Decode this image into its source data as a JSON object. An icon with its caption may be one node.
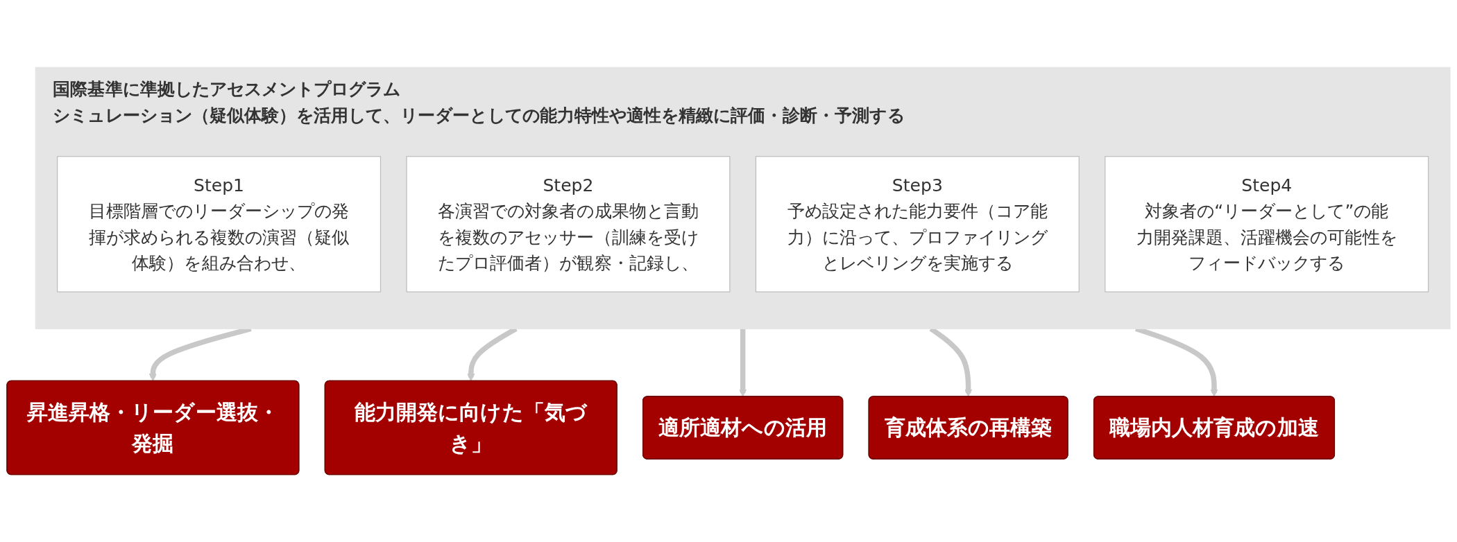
{
  "diagram": {
    "nodes": [
      {
        "text": [
          "国際基準に準拠したアセスメントプログラム",
          "シミュレーション（疑似体験）を活用して、リーダーとしての能力特性や適性を精緻に評価・診断・予測する"
        ]
      },
      {
        "text": [
          "Step1",
          "目標階層でのリーダーシップの発揮が求められる複数の演習（疑似体験）を組み合わせ、"
        ],
        "in": 0
      },
      {
        "text": [
          "Step2",
          "各演習での対象者の成果物と言動を複数のアセッサー（訓練を受けたプロ評価者）が観察・記録し、"
        ],
        "in": 0
      },
      {
        "text": [
          "Step3",
          "予め設定された能力要件（コア能力）に沿って、プロファイリングとレベリングを実施する"
        ],
        "in": 0
      },
      {
        "text": [
          "Step4",
          "対象者の“リーダーとして”の能力開発課題、活躍機会の可能性をフィードバックする"
        ],
        "in": 0
      },
      {
        "text": [
          "昇進昇格・リーダー選抜・発掘"
        ]
      },
      {
        "text": [
          "能力開発に向けた「気づき」"
        ]
      },
      {
        "text": [
          "適所適材への活用"
        ]
      },
      {
        "text": [
          "育成体系の再構築"
        ]
      },
      {
        "text": [
          "職場内人材育成の加速"
        ]
      }
    ],
    "edges": [
      {
        "from": 0,
        "to": 5,
        "arrow": "to"
      },
      {
        "from": 0,
        "to": 6,
        "arrow": "to"
      },
      {
        "from": 0,
        "to": 7,
        "arrow": "to"
      },
      {
        "from": 0,
        "to": 8,
        "arrow": "to"
      },
      {
        "from": 0,
        "to": 9,
        "arrow": "to"
      }
    ]
  }
}
